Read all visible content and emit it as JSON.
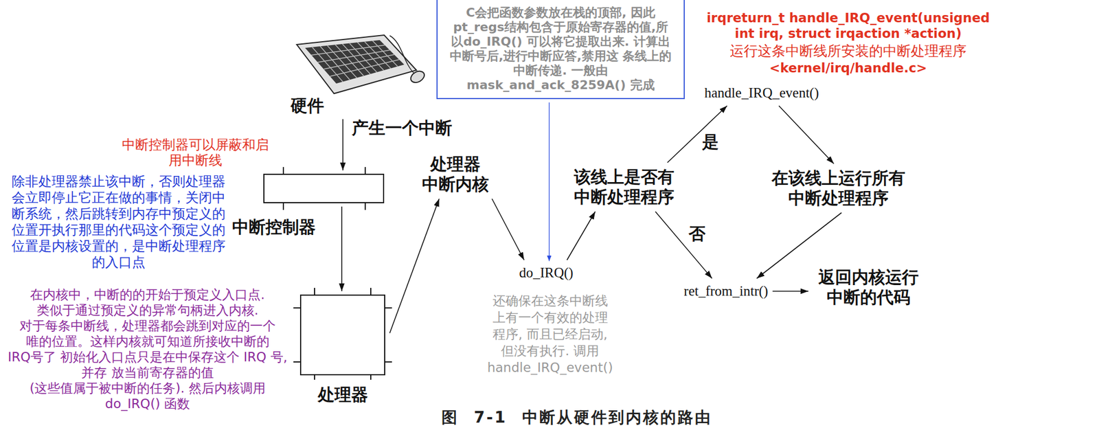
{
  "diagram": {
    "caption": "图 7-1 中断从硬件到内核的路由",
    "nodes": [
      {
        "text": [
          "硬件"
        ]
      },
      {
        "text": [
          "中断控制器"
        ]
      },
      {
        "text": [
          "处理器"
        ]
      },
      {
        "text": [
          "处理器 中断内核"
        ]
      },
      {
        "text": [
          "do_IRQ()"
        ]
      },
      {
        "text": [
          "该线上是否有 中断处理程序"
        ]
      },
      {
        "text": [
          "handle_IRQ_event()"
        ]
      },
      {
        "text": [
          "在该线上运行所有 中断处理程序"
        ]
      },
      {
        "text": [
          "ret_from_intr()"
        ]
      },
      {
        "text": [
          "返回内核运行 中断的代码"
        ]
      },
      {
        "text": [
          "C会把函数参数放在栈的顶部, 因此 pt_regs结构包含于原始寄存器的值,所 以do_IRQ() 可以将它提取出来. 计算出中断号后,进行中断应答,禁用这 条线上的中断传递. 一般由 mask_and_ack_8259A() 完成"
        ]
      }
    ],
    "edges": [
      {
        "from": 0,
        "to": 1,
        "arrow": "to",
        "label": "产生一个中断"
      },
      {
        "from": 1,
        "to": 2,
        "arrow": "to"
      },
      {
        "from": 2,
        "to": 3,
        "arrow": "to"
      },
      {
        "from": 3,
        "to": 4,
        "arrow": "to"
      },
      {
        "from": 4,
        "to": 5,
        "arrow": "to"
      },
      {
        "from": 5,
        "to": 6,
        "arrow": "to",
        "label": "是"
      },
      {
        "from": 6,
        "to": 7,
        "arrow": "to"
      },
      {
        "from": 7,
        "to": 8,
        "arrow": "to"
      },
      {
        "from": 5,
        "to": 8,
        "arrow": "to",
        "label": "否"
      },
      {
        "from": 8,
        "to": 9,
        "arrow": "to"
      },
      {
        "from": 10,
        "to": 4,
        "arrow": "to"
      }
    ],
    "labels": [
      "中断控制器可以屏蔽和启 用中断线",
      "除非处理器禁止该中断，否则处理器 会立即停止它正在做的事情，关闭中 断系统，然后跳转到内存中预定义的 位置开执行那里的代码这个预定义的 位置是内核设置的，是中断处理程序 的入口点",
      "在内核中，中断的的开始于预定义入口点. 类似于通过预定义的异常句柄进入内核. 对于每条中断线，处理器都会跳到对应的一个 唯的位置。这样内核就可知道所接收中断的 IRQ号了 初始化入口点只是在中保存这个 IRQ 号, 并存 放当前寄存器的值(这些值属于被中断的任务). 然后内核调用 do_IRQ() 函数",
      "还确保在这条中断线 上有一个有效的处理 程序, 而且已经启动, 但没有执行. 调用 handle_IRQ_event()",
      "irqreturn_t handle_IRQ_event(unsigned int irq, struct irqaction *action)",
      "运行这条中断线所安装的中断处理程序",
      "<kernel/irq/handle.c>"
    ]
  }
}
